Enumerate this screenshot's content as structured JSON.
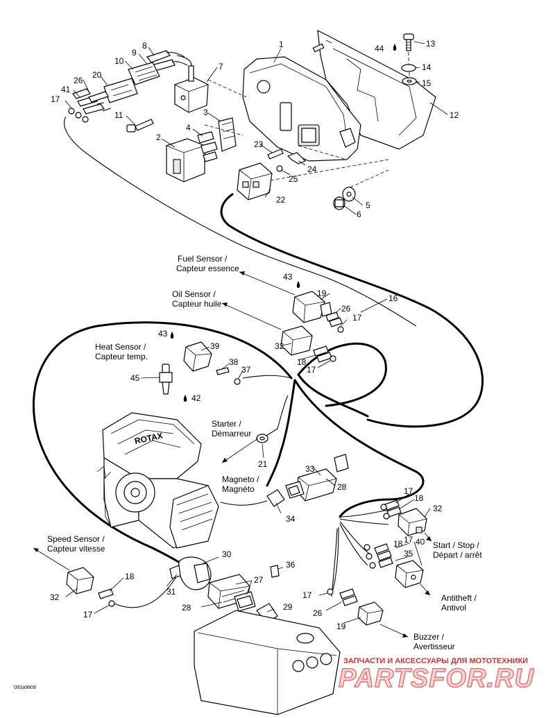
{
  "diagram_code": "09Sa9609",
  "watermark": {
    "line1": "ЗАПЧАСТИ И АКСЕССУАРЫ ДЛЯ МОТОТЕХНИКИ",
    "logo_text": "PARTSFOR.RU"
  },
  "labels": {
    "fuel_sensor": [
      "Fuel Sensor /",
      "Capteur essence"
    ],
    "oil_sensor": [
      "Oil Sensor /",
      "Capteur huile"
    ],
    "heat_sensor": [
      "Heat Sensor /",
      "Capteur temp."
    ],
    "starter": [
      "Starter /",
      "Démarreur"
    ],
    "magneto": [
      "Magneto /",
      "Magnéto"
    ],
    "speed_sensor": [
      "Speed Sensor /",
      "Capteur vitesse"
    ],
    "start_stop": [
      "Start / Stop /",
      "Départ / arrêt"
    ],
    "antitheft": [
      "Antitheft /",
      "Antivol"
    ],
    "buzzer": [
      "Buzzer /",
      "Avertisseur"
    ]
  },
  "callouts": {
    "c1": "1",
    "c2": "2",
    "c3": "3",
    "c4": "4",
    "c5": "5",
    "c6": "6",
    "c7": "7",
    "c8": "8",
    "c9": "9",
    "c10": "10",
    "c11": "11",
    "c12": "12",
    "c13": "13",
    "c14": "14",
    "c15": "15",
    "c16": "16",
    "c17a": "17",
    "c17b": "17",
    "c17c": "17",
    "c17d": "17",
    "c17e": "17",
    "c17f": "17",
    "c17g": "17",
    "c18a": "18",
    "c18b": "18",
    "c18c": "18",
    "c18d": "18",
    "c19a": "19",
    "c19b": "19",
    "c20": "20",
    "c21": "21",
    "c22": "22",
    "c23": "23",
    "c24": "24",
    "c25": "25",
    "c26a": "26",
    "c26b": "26",
    "c26c": "26",
    "c27": "27",
    "c28a": "28",
    "c28b": "28",
    "c29": "29",
    "c30": "30",
    "c31": "31",
    "c32a": "32",
    "c32b": "32",
    "c32c": "32",
    "c33": "33",
    "c34": "34",
    "c35": "35",
    "c36": "36",
    "c37": "37",
    "c38": "38",
    "c39": "39",
    "c40": "40",
    "c41": "41",
    "c42": "42",
    "c43a": "43",
    "c43b": "43",
    "c44": "44",
    "c45": "45"
  },
  "engine_brand": "ROTAX"
}
